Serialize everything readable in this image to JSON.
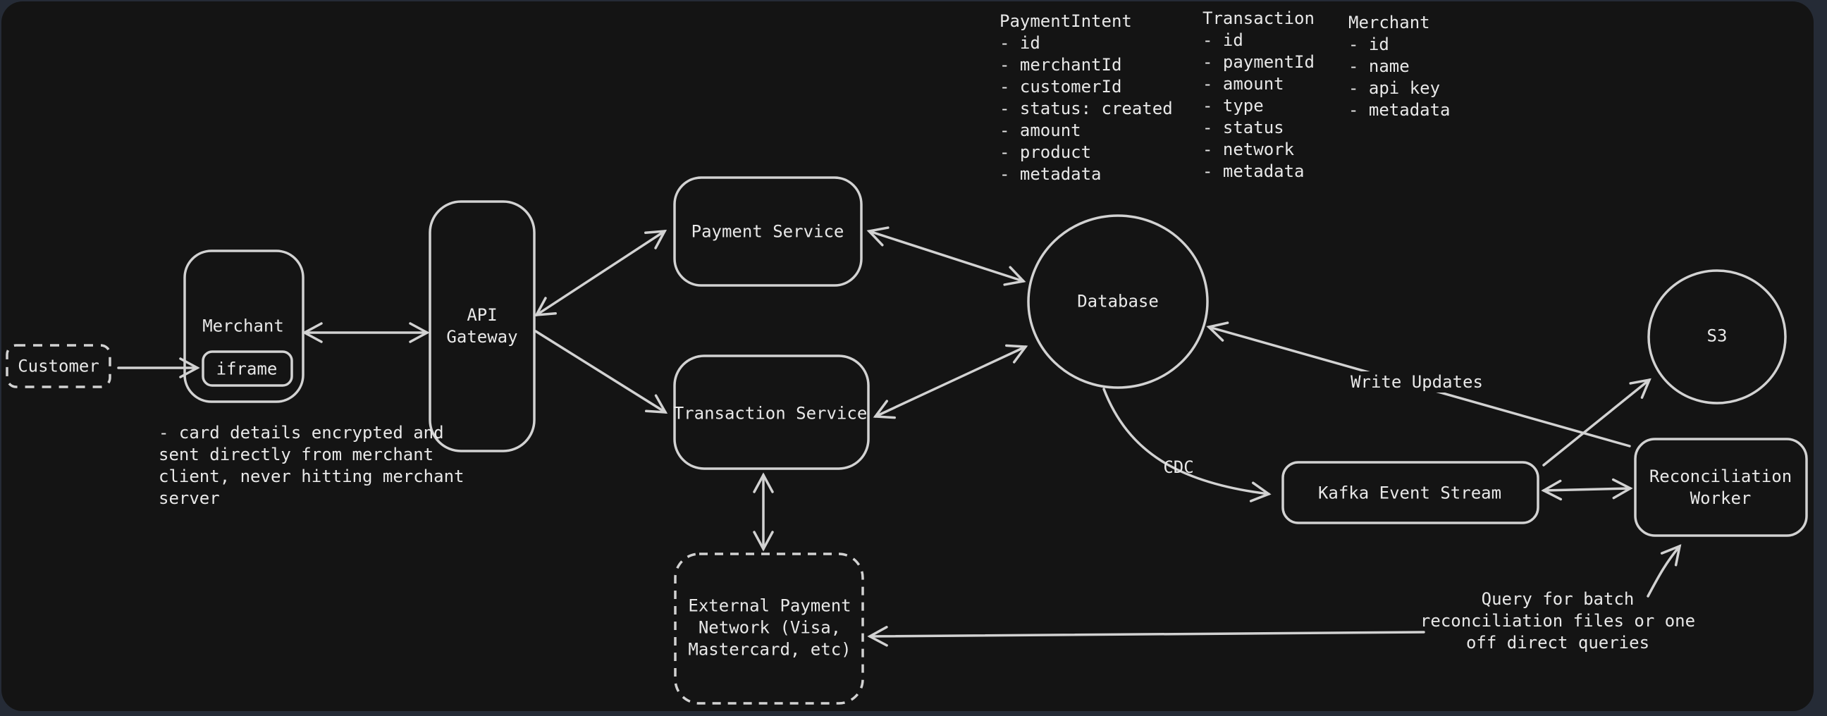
{
  "theme": {
    "frame_bg": "#252b36",
    "canvas_bg": "#141414",
    "stroke_color": "#d2d2d2",
    "text_color": "#e8e8e8"
  },
  "nodes": {
    "customer": {
      "label": "Customer"
    },
    "merchant": {
      "label": "Merchant"
    },
    "iframe": {
      "label": "iframe"
    },
    "api_gateway": {
      "label": "API\nGateway"
    },
    "payment_service": {
      "label": "Payment Service"
    },
    "transaction_service": {
      "label": "Transaction Service"
    },
    "database": {
      "label": "Database"
    },
    "s3": {
      "label": "S3"
    },
    "kafka": {
      "label": "Kafka Event Stream"
    },
    "reconciliation_worker": {
      "label": "Reconciliation\nWorker"
    },
    "external_network": {
      "label": "External Payment\nNetwork (Visa,\nMastercard, etc)"
    }
  },
  "edge_labels": {
    "write_updates": "Write Updates",
    "cdc": "CDC"
  },
  "annotations": {
    "payment_intent_model": "PaymentIntent\n- id\n- merchantId\n- customerId\n- status: created\n- amount\n- product\n- metadata",
    "transaction_model": "Transaction\n- id\n- paymentId\n- amount\n- type\n- status\n- network\n- metadata",
    "merchant_model": "Merchant\n- id\n- name\n- api key\n- metadata",
    "card_details_note": "- card details encrypted and\nsent directly from merchant\nclient, never hitting merchant\nserver",
    "query_note": "Query for batch\nreconciliation files or one\noff direct queries"
  }
}
